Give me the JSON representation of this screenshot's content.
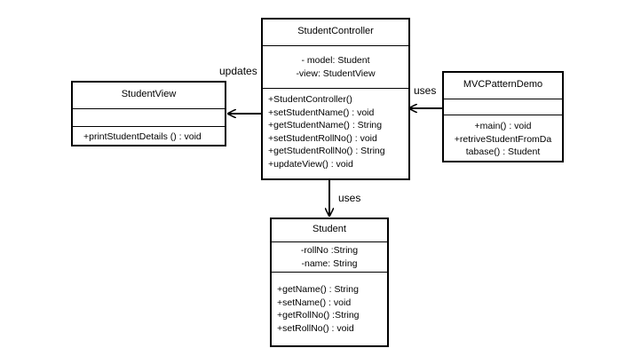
{
  "classes": {
    "controller": {
      "name": "StudentController",
      "attributes": [
        "- model: Student",
        "-view: StudentView"
      ],
      "operations": [
        "+StudentController()",
        "+setStudentName()  : void",
        "+getStudentName()  : String",
        "+setStudentRollNo()  : void",
        "+getStudentRollNo()  : String",
        "+updateView()  : void"
      ]
    },
    "view": {
      "name": "StudentView",
      "attributes": [],
      "operations": [
        "+printStudentDetails  () : void"
      ]
    },
    "demo": {
      "name": "MVCPatternDemo",
      "attributes": [],
      "operations": [
        "+main()  : void",
        "+retriveStudentFromDa",
        "tabase() : Student"
      ]
    },
    "student": {
      "name": "Student",
      "attributes": [
        "-rollNo  :String",
        "-name: String"
      ],
      "operations": [
        "+getName()  : String",
        "+setName()  : void",
        "+getRollNo()  :String",
        "+setRollNo()  : void"
      ]
    }
  },
  "relations": {
    "updates": "updates",
    "uses_demo": "uses",
    "uses_student": "uses"
  }
}
